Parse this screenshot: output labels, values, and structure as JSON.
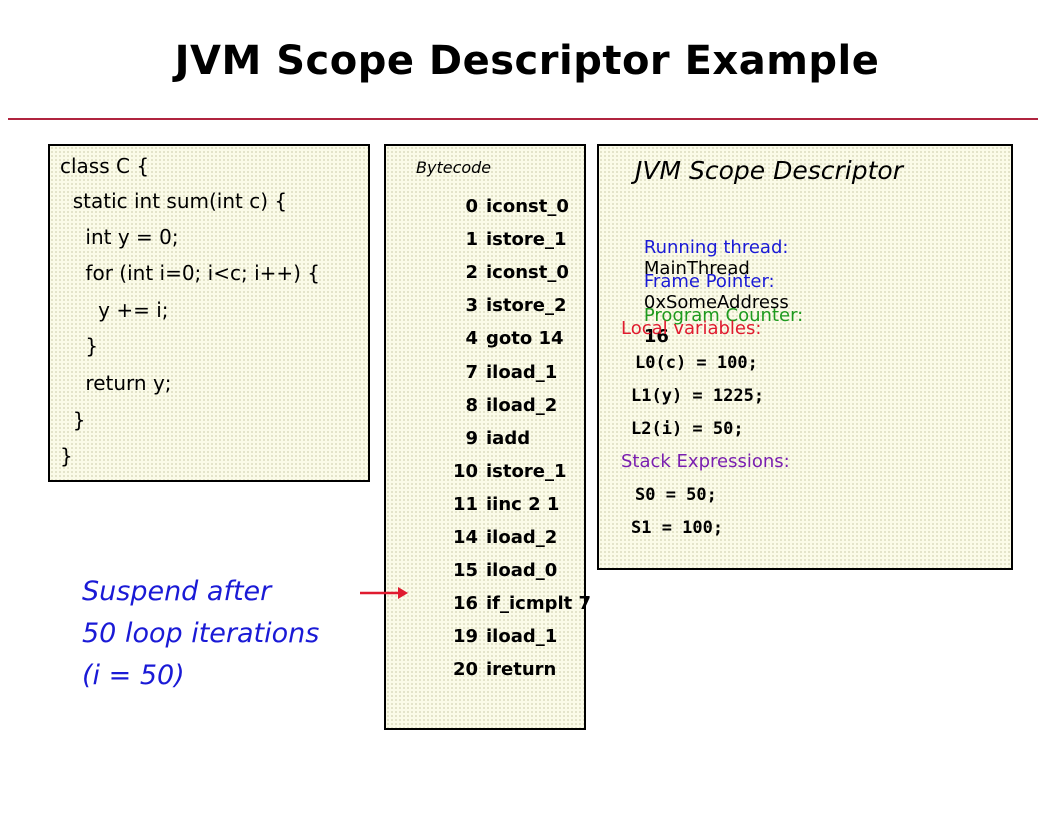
{
  "title": "JVM Scope Descriptor Example",
  "source_code": [
    "class C {",
    "  static int sum(int c) {",
    "    int y = 0;",
    "    for (int i=0; i<c; i++) {",
    "      y += i;",
    "    }",
    "    return y;",
    "  }",
    "}"
  ],
  "bytecode": {
    "header": "Bytecode",
    "instructions": [
      {
        "offset": "0",
        "op": "iconst_0"
      },
      {
        "offset": "1",
        "op": "istore_1"
      },
      {
        "offset": "2",
        "op": "iconst_0"
      },
      {
        "offset": "3",
        "op": "istore_2"
      },
      {
        "offset": "4",
        "op": "goto 14"
      },
      {
        "offset": "7",
        "op": "iload_1"
      },
      {
        "offset": "8",
        "op": "iload_2"
      },
      {
        "offset": "9",
        "op": "iadd"
      },
      {
        "offset": "10",
        "op": "istore_1"
      },
      {
        "offset": "11",
        "op": "iinc 2 1"
      },
      {
        "offset": "14",
        "op": "iload_2"
      },
      {
        "offset": "15",
        "op": "iload_0"
      },
      {
        "offset": "16",
        "op": "if_icmplt 7"
      },
      {
        "offset": "19",
        "op": "iload_1"
      },
      {
        "offset": "20",
        "op": "ireturn"
      }
    ]
  },
  "descriptor": {
    "title": "JVM Scope Descriptor",
    "running_thread_label": "Running thread:",
    "running_thread_value": "MainThread",
    "frame_pointer_label": "Frame Pointer:",
    "frame_pointer_value": "0xSomeAddress",
    "program_counter_label": "Program Counter:",
    "program_counter_value": "16",
    "local_variables_label": "Local variables:",
    "local_variables": [
      "L0(c) = 100;",
      "L1(y) = 1225;",
      "L2(i) = 50;"
    ],
    "stack_expressions_label": "Stack Expressions:",
    "stack_expressions": [
      "S0 = 50;",
      "S1 = 100;"
    ]
  },
  "note": [
    "Suspend after",
    "50 loop iterations",
    "(i = 50)"
  ],
  "colors": {
    "blue": "#1a1ad6",
    "green": "#1e9a1e",
    "red": "#e01b2f",
    "purple": "#7a1fb0",
    "rule": "#b0243f",
    "arrow": "#e01b2f"
  }
}
